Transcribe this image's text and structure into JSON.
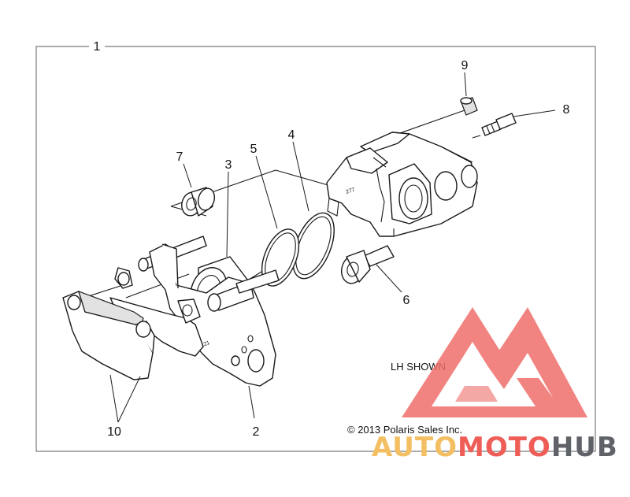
{
  "diagram": {
    "callouts": {
      "c1": "1",
      "c2": "2",
      "c3": "3",
      "c4": "4",
      "c5": "5",
      "c6": "6",
      "c7": "7",
      "c8": "8",
      "c9": "9",
      "c10": "10"
    },
    "notes": {
      "view_label": "LH SHOWN",
      "copyright": "© 2013 Polaris Sales Inc."
    },
    "part_markings": {
      "caliper_stamp": "277",
      "bracket_stamp": "2121"
    }
  },
  "watermark": {
    "brand_auto": "AUTO",
    "brand_moto": "MOTO",
    "brand_hub": "HUB",
    "colors": {
      "auto": "#f3bf62",
      "moto": "#ef5d57",
      "hub": "#5f6368"
    }
  }
}
